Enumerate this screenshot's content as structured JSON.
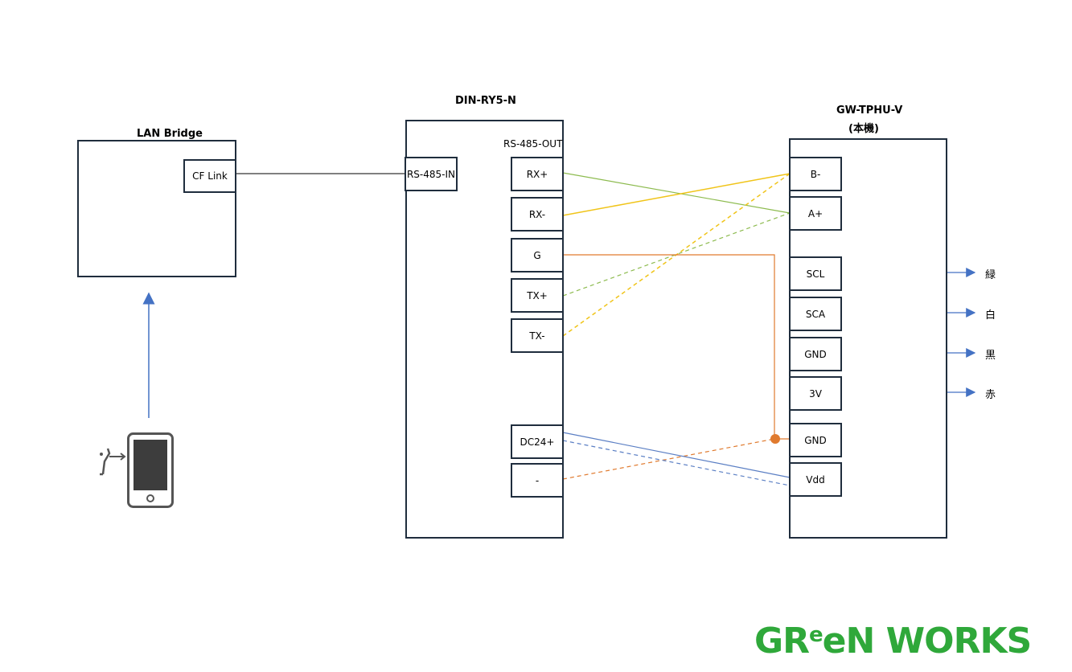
{
  "lan_bridge": {
    "title": "LAN Bridge",
    "port": "CF Link"
  },
  "din": {
    "title": "DIN-RY5-N",
    "in_port": "RS-485-IN",
    "out_label": "RS-485-OUT",
    "pins": [
      "RX+",
      "RX-",
      "G",
      "TX+",
      "TX-",
      "DC24+",
      "-"
    ]
  },
  "gw": {
    "title_line1": "GW-TPHU-V",
    "title_line2": "(本機)",
    "pins": [
      "B-",
      "A+",
      "SCL",
      "SCA",
      "GND",
      "3V",
      "GND",
      "Vdd"
    ]
  },
  "outputs": [
    "緑",
    "白",
    "黒",
    "赤"
  ],
  "logo": {
    "part1": "GR",
    "part2": "e",
    "part3": "eN WORKS"
  },
  "colors": {
    "box_border": "#1f2d3d",
    "green_wire": "#8dbb4f",
    "yellow_wire": "#f0c419",
    "orange_wire": "#e07a2e",
    "blue_wire": "#5b7fc4",
    "logo_green": "#2fa83a"
  },
  "icons": [
    "smartphone-icon",
    "tap-gesture-icon"
  ]
}
